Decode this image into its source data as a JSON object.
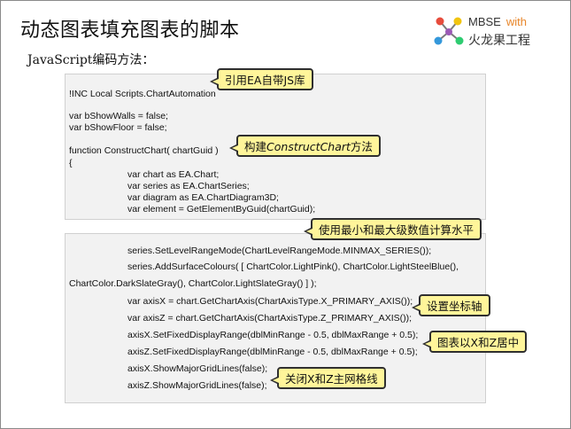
{
  "slide": {
    "title": "动态图表填充图表的脚本",
    "subtitle": "JavaScript编码方法：",
    "logo": {
      "brand": "MBSE",
      "with": "with",
      "name": "火龙果工程"
    }
  },
  "code_block_1": {
    "lines": [
      "!INC Local Scripts.ChartAutomation",
      "var bShowWalls = false;",
      "var bShowFloor = false;",
      "function ConstructChart(  chartGuid  )",
      "{",
      "var chart as EA.Chart;",
      "var series as EA.ChartSeries;",
      "var diagram as EA.ChartDiagram3D;",
      "var element = GetElementByGuid(chartGuid);"
    ]
  },
  "code_block_2": {
    "lines": [
      "series.SetLevelRangeMode(ChartLevelRangeMode.MINMAX_SERIES());",
      "series.AddSurfaceColours(  [  ChartColor.LightPink(),    ChartColor.LightSteelBlue(),",
      "ChartColor.DarkSlateGray(),   ChartColor.LightSlateGray()   ]  );",
      "var axisX = chart.GetChartAxis(ChartAxisType.X_PRIMARY_AXIS());",
      "var axisZ = chart.GetChartAxis(ChartAxisType.Z_PRIMARY_AXIS());",
      "axisX.SetFixedDisplayRange(dblMinRange  - 0.5, dblMaxRange  + 0.5);",
      "axisZ.SetFixedDisplayRange(dblMinRange  - 0.5, dblMaxRange  + 0.5);",
      "axisX.ShowMajorGridLines(false);",
      "axisZ.ShowMajorGridLines(false);"
    ]
  },
  "callouts": {
    "c1": "引用EA自带JS库",
    "c2_prefix": "构建",
    "c2_italic": "ConstructChart",
    "c2_suffix": "方法",
    "c3": "使用最小和最大级数值计算水平",
    "c4": "设置坐标轴",
    "c5": "图表以X和Z居中",
    "c6": "关闭X和Z主网格线"
  },
  "colors": {
    "callout_fill": "#fff59a",
    "callout_border": "#2f2f2f",
    "code_bg": "#f2f2f2",
    "logo_accent": "#e8862a"
  }
}
